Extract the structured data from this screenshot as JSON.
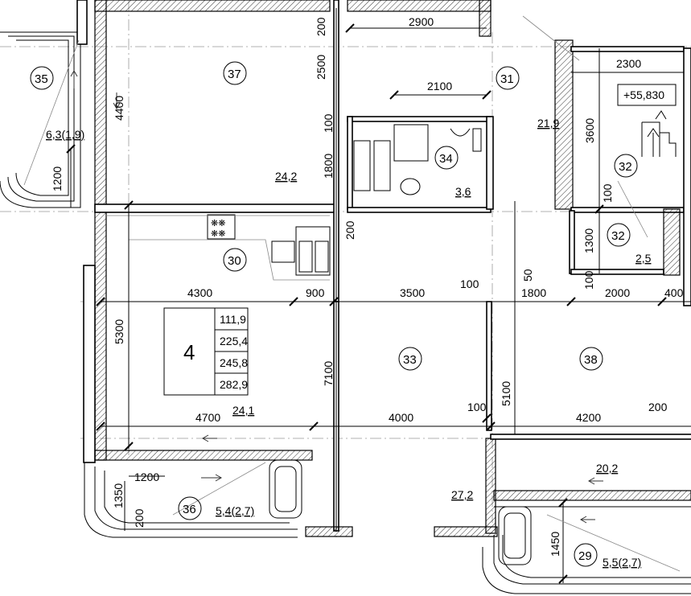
{
  "rooms": [
    {
      "id": "r37",
      "number": "37",
      "area": "24,2"
    },
    {
      "id": "r31",
      "number": "31"
    },
    {
      "id": "r34",
      "number": "34",
      "area": "3,6"
    },
    {
      "id": "r35",
      "number": "35",
      "area": "6,3(1,9)"
    },
    {
      "id": "r30",
      "number": "30"
    },
    {
      "id": "r33",
      "number": "33",
      "area": "27,2"
    },
    {
      "id": "r38",
      "number": "38",
      "area": "20,2"
    },
    {
      "id": "r32a",
      "number": "32"
    },
    {
      "id": "r32b",
      "number": "32",
      "area": "2,5"
    },
    {
      "id": "r36",
      "number": "36",
      "area": "5,4(2,7)"
    },
    {
      "id": "r29",
      "number": "29",
      "area": "5,5(2,7)"
    },
    {
      "id": "hall",
      "area": "21,9"
    },
    {
      "id": "kitchen",
      "area": "24,1"
    }
  ],
  "apartment_table": {
    "type_label": "4",
    "values": [
      "111,9",
      "225,4",
      "245,8",
      "282,9"
    ]
  },
  "elevation_mark": "+55,830",
  "dimensions": {
    "d2900": "2900",
    "d200a": "200",
    "d2500": "2500",
    "d4400": "4400",
    "d2100": "2100",
    "d100a": "100",
    "d1800a": "1800",
    "d200b": "200",
    "d4300": "4300",
    "d900": "900",
    "d3500": "3500",
    "d100b": "100",
    "d1800b": "1800",
    "d2000": "2000",
    "d400": "400",
    "d50": "50",
    "d100c": "100",
    "d5300": "5300",
    "d7100": "7100",
    "d5100": "5100",
    "d4700": "4700",
    "d4000": "4000",
    "d100d": "100",
    "d4200": "4200",
    "d200c": "200",
    "d1200a": "1200",
    "d1200b": "1200",
    "d1350": "1350",
    "d200d": "200",
    "d1450": "1450",
    "d2300": "2300",
    "d3600": "3600",
    "d100e": "100",
    "d1300": "1300"
  }
}
